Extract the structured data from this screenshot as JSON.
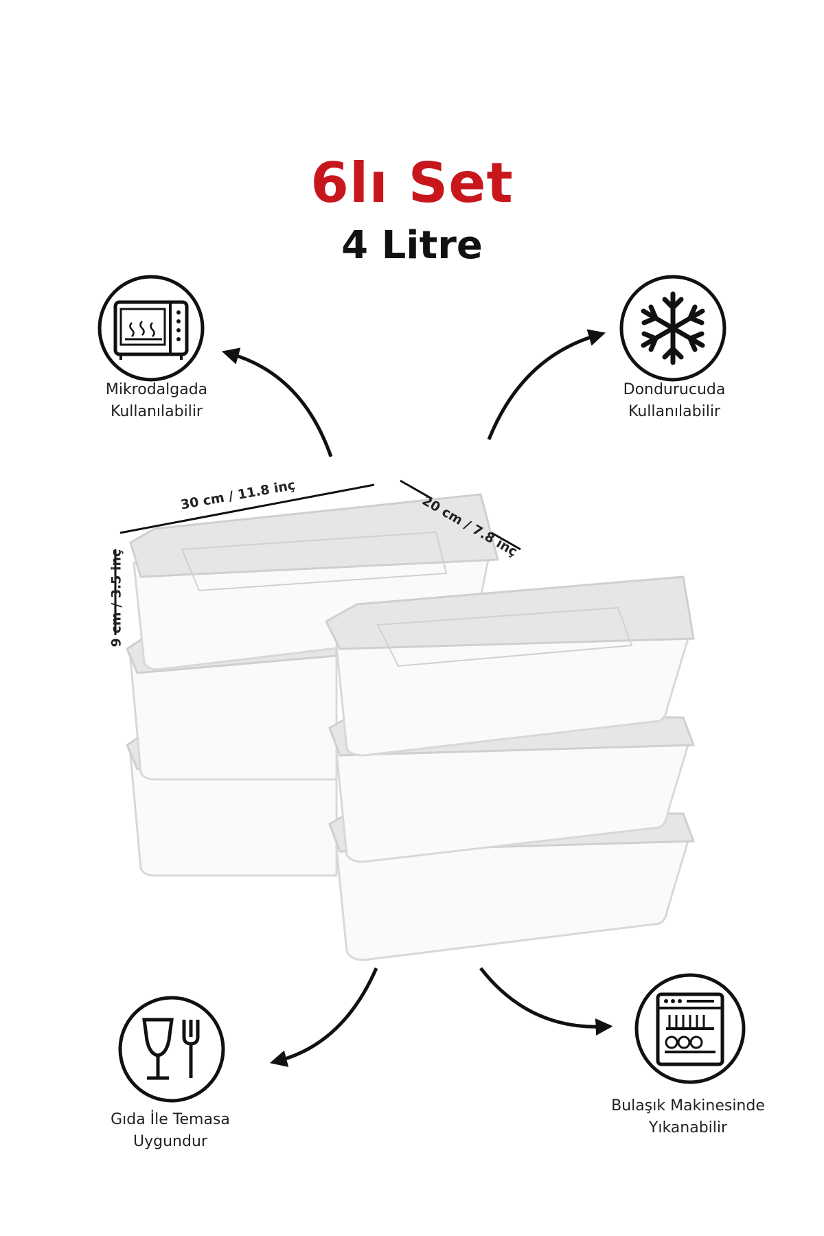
{
  "header": {
    "title": "6lı Set",
    "subtitle": "4 Litre"
  },
  "features": {
    "microwave": {
      "line1": "Mikrodalgada",
      "line2": "Kullanılabilir",
      "icon": "microwave-icon"
    },
    "freezer": {
      "line1": "Dondurucuda",
      "line2": "Kullanılabilir",
      "icon": "snowflake-icon"
    },
    "food_safe": {
      "line1": "Gıda İle Temasa",
      "line2": "Uygundur",
      "icon": "glass-fork-icon"
    },
    "dishwasher": {
      "line1": "Bulaşık Makinesinde",
      "line2": "Yıkanabilir",
      "icon": "dishwasher-icon"
    }
  },
  "dimensions": {
    "length": "30 cm / 11.8 inç",
    "width": "20 cm / 7.8 inç",
    "height": "9 cm / 3.5 inç"
  },
  "colors": {
    "title": "#c8161d",
    "text": "#111111",
    "lid": "#dcdcdc"
  }
}
